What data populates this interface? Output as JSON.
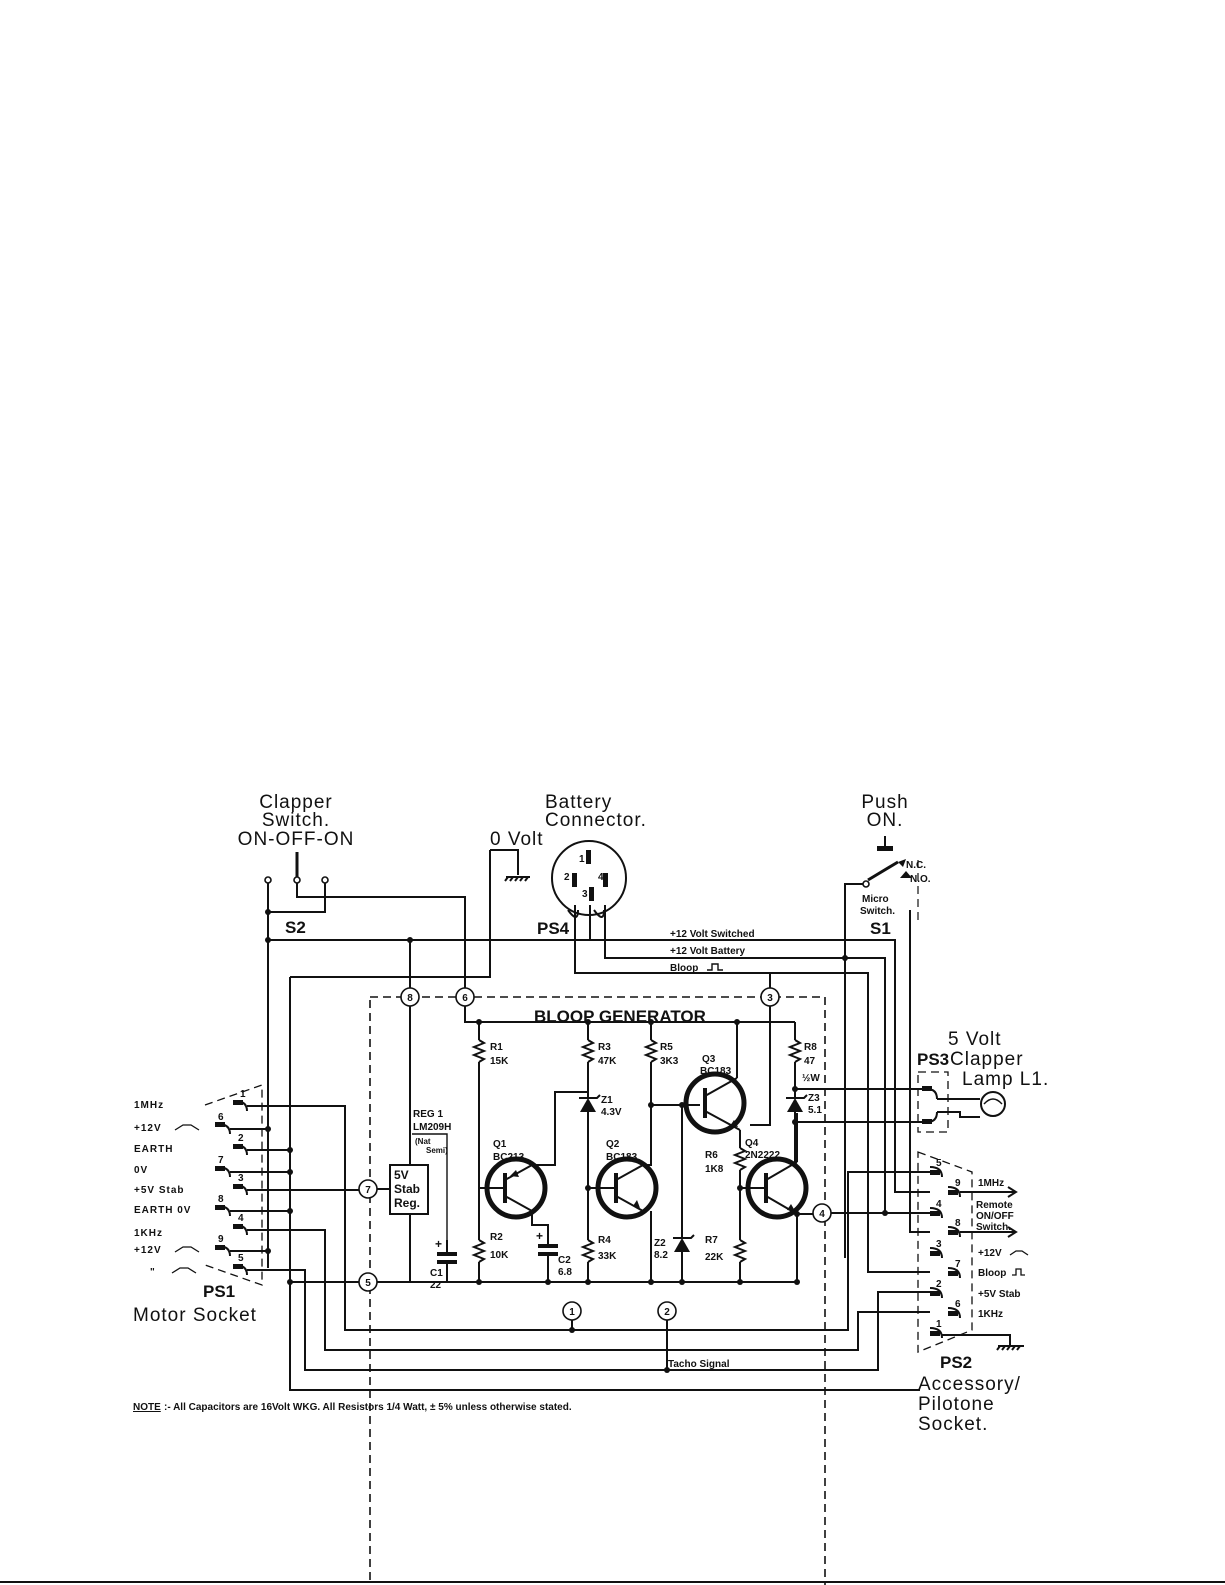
{
  "labels": {
    "clapper_switch": [
      "Clapper",
      "Switch.",
      "ON-OFF-ON"
    ],
    "battery_connector": [
      "Battery",
      "Connector."
    ],
    "push_on": [
      "Push",
      "ON."
    ],
    "zero_volt": "0 Volt",
    "s2": "S2",
    "ps4": "PS4",
    "s1": "S1",
    "micro_switch": [
      "Micro",
      "Switch."
    ],
    "nc": "N.C.",
    "no": "N.O.",
    "rail_switched": "+12 Volt Switched",
    "rail_battery": "+12 Volt Battery",
    "bloop_line": "Bloop",
    "bloop_generator": "BLOOP GENERATOR",
    "lamp": [
      "5 Volt",
      "Clapper",
      "Lamp L1."
    ],
    "ps3": "PS3",
    "reg": [
      "REG 1",
      "LM209H",
      "(Nat",
      "Semi)"
    ],
    "reg_box": [
      "5V",
      "Stab",
      "Reg."
    ],
    "tacho": "Tacho Signal",
    "ps1": [
      "PS1",
      "Motor Socket"
    ],
    "ps2": [
      "PS2",
      "Accessory/",
      "Pilotone",
      "Socket."
    ],
    "note_prefix": "NOTE",
    "note_text": ":- All Capacitors are 16Volt WKG.  All Resistors 1/4 Watt,  ± 5% unless otherwise stated."
  },
  "components": {
    "R1": [
      "R1",
      "15K"
    ],
    "R2": [
      "R2",
      "10K"
    ],
    "R3": [
      "R3",
      "47K"
    ],
    "R4": [
      "R4",
      "33K"
    ],
    "R5": [
      "R5",
      "3K3"
    ],
    "R6": [
      "R6",
      "1K8"
    ],
    "R7": [
      "R7",
      "22K"
    ],
    "R8": [
      "R8",
      "47",
      "½W"
    ],
    "Z1": [
      "Z1",
      "4.3V"
    ],
    "Z2": [
      "Z2",
      "8.2"
    ],
    "Z3": [
      "Z3",
      "5.1"
    ],
    "C1": [
      "C1",
      "22"
    ],
    "C2": [
      "C2",
      "6.8"
    ],
    "Q1": [
      "Q1",
      "BC213"
    ],
    "Q2": [
      "Q2",
      "BC183"
    ],
    "Q3": [
      "Q3",
      "BC183"
    ],
    "Q4": [
      "Q4",
      "2N2222"
    ]
  },
  "nodes": [
    "8",
    "6",
    "3",
    "7",
    "5",
    "1",
    "2",
    "4"
  ],
  "ps1_pins": {
    "labels": [
      "1MHz",
      "+12V",
      "EARTH",
      "0V",
      "+5V Stab",
      "EARTH 0V",
      "1KHz",
      "+12V",
      "\""
    ],
    "numbers": [
      "1",
      "6",
      "2",
      "7",
      "3",
      "8",
      "4",
      "9",
      "5"
    ]
  },
  "ps2_pins": {
    "labels": [
      "1MHz",
      "Remote ON/OFF Switch.",
      "+12V",
      "Bloop",
      "+5V Stab",
      "1KHz"
    ],
    "numbers": [
      "5",
      "9",
      "4",
      "8",
      "3",
      "7",
      "2",
      "6",
      "1"
    ]
  },
  "ps4_pins": [
    "1",
    "2",
    "3",
    "4"
  ],
  "ps3_pins": [
    "",
    ""
  ]
}
